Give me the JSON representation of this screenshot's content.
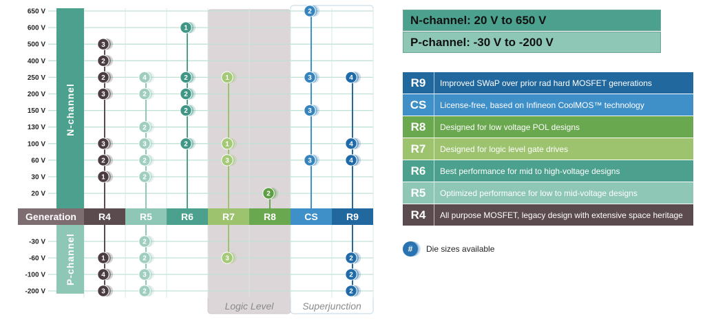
{
  "chart": {
    "side_labels": {
      "n": "N-channel",
      "p": "P-channel"
    },
    "generation_label": "Generation",
    "band_labels": {
      "logic": "Logic Level",
      "superjunction": "Superjunction"
    },
    "n_levels": [
      "650 V",
      "600 V",
      "500 V",
      "400 V",
      "250 V",
      "200 V",
      "150 V",
      "130 V",
      "100 V",
      "60 V",
      "30 V",
      "20 V"
    ],
    "p_levels": [
      "-30 V",
      "-60 V",
      "-100 V",
      "-200 V"
    ],
    "columns": [
      {
        "code": "R4",
        "color": "#5b4a4e",
        "badge": "#4a3c40",
        "badge_text": "#ffffff",
        "n": {
          "500 V": "3",
          "400 V": "2",
          "250 V": "2",
          "200 V": "3",
          "100 V": "3",
          "60 V": "2",
          "30 V": "1"
        },
        "p": {
          "-60 V": "1",
          "-100 V": "4",
          "-200 V": "3"
        }
      },
      {
        "code": "R5",
        "color": "#8ec7b6",
        "badge": "#9fcec1",
        "badge_text": "#ffffff",
        "n": {
          "250 V": "4",
          "200 V": "2",
          "130 V": "2",
          "100 V": "3",
          "60 V": "2",
          "30 V": "2"
        },
        "p": {
          "-30 V": "2",
          "-60 V": "2",
          "-100 V": "3",
          "-200 V": "2"
        }
      },
      {
        "code": "R6",
        "color": "#4ca18e",
        "badge": "#3f9684",
        "badge_text": "#ffffff",
        "n": {
          "600 V": "1",
          "250 V": "2",
          "200 V": "2",
          "150 V": "2",
          "100 V": "2"
        },
        "p": {}
      },
      {
        "code": "R7",
        "color": "#9dc36f",
        "badge": "#a4c977",
        "badge_text": "#ffffff",
        "n": {
          "250 V": "1",
          "100 V": "1",
          "60 V": "3"
        },
        "p": {
          "-60 V": "3"
        }
      },
      {
        "code": "R8",
        "color": "#6aa84f",
        "badge": "#5e9e43",
        "badge_text": "#ffffff",
        "n": {
          "20 V": "2"
        },
        "p": {}
      },
      {
        "code": "CS",
        "color": "#3f8fc9",
        "badge": "#3584be",
        "badge_text": "#ffffff",
        "n": {
          "650 V": "2",
          "250 V": "3",
          "150 V": "3",
          "60 V": "3"
        },
        "p": {}
      },
      {
        "code": "R9",
        "color": "#21689f",
        "badge": "#1f6aa8",
        "badge_text": "#ffffff",
        "n": {
          "250 V": "4",
          "100 V": "4",
          "60 V": "4"
        },
        "p": {
          "-60 V": "2",
          "-100 V": "2",
          "-200 V": "2"
        }
      }
    ]
  },
  "ranges": {
    "n": "N-channel: 20 V to 650 V",
    "p": "P-channel: -30 V to -200 V"
  },
  "legend": [
    {
      "code": "R9",
      "desc": "Improved SWaP over prior rad hard MOSFET generations",
      "color": "#21689f"
    },
    {
      "code": "CS",
      "desc": "License-free, based on Infineon CoolMOS™ technology",
      "color": "#3f8fc9"
    },
    {
      "code": "R8",
      "desc": "Designed for low voltage POL designs",
      "color": "#6aa84f"
    },
    {
      "code": "R7",
      "desc": "Designed for logic level gate drives",
      "color": "#9dc36f"
    },
    {
      "code": "R6",
      "desc": "Best performance for mid to high-voltage designs",
      "color": "#4ca18e"
    },
    {
      "code": "R5",
      "desc": "Optimized performance for low to mid-voltage designs",
      "color": "#8ec7b6"
    },
    {
      "code": "R4",
      "desc": "All purpose MOSFET, legacy design with extensive space heritage",
      "color": "#5b4a4e"
    }
  ],
  "die_note": {
    "symbol": "#",
    "text": "Die sizes available"
  }
}
